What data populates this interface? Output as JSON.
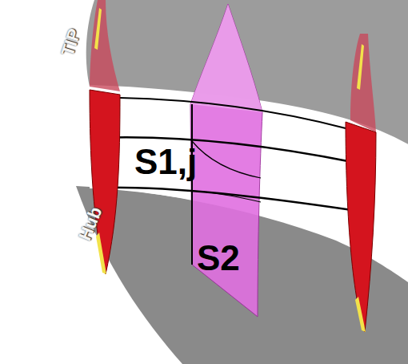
{
  "diagram": {
    "labels": [
      "TIP",
      "Hub",
      "S1,j",
      "S2"
    ]
  }
}
